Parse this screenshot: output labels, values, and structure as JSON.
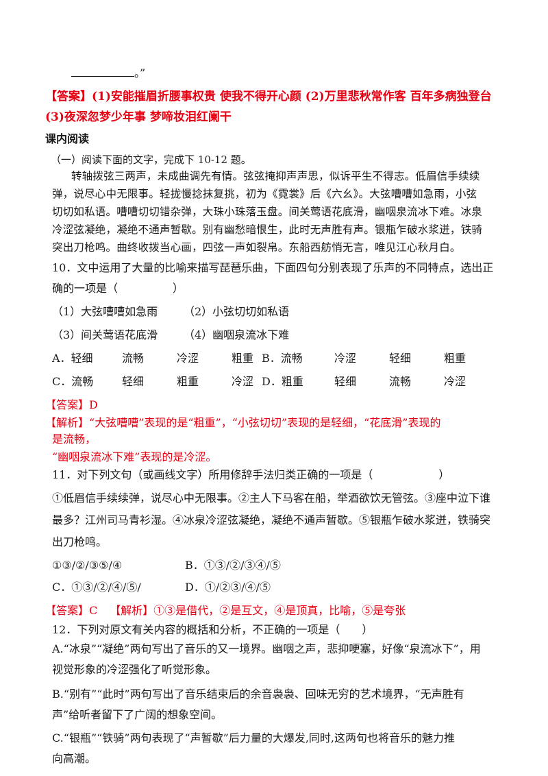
{
  "top_line_tail": "。”",
  "answer1": {
    "label": "【答案】",
    "l1": "(1)安能摧眉折腰事权贵 使我不得开心颜 (2)万里悲秋常作客 百年多病独登台",
    "l2": "(3)夜深忽梦少年事 梦啼妆泪红阑干"
  },
  "section_title": "课内阅读",
  "passage": {
    "intro": "（一）阅读下面的文字，完成下 10-12 题。",
    "lines": [
      "转轴拨弦三两声，未成曲调先有情。弦弦掩抑声声思，似诉平生不得志。低眉信手续续",
      "弹，说尽心中无限事。轻拢慢捻抹复挑，初为《霓裳》后《六幺》。大弦嘈嘈如急雨，小弦",
      "切切如私语。嘈嘈切切错杂弹，大珠小珠落玉盘。间关莺语花底滑，幽咽泉流冰下难。冰泉",
      "冷涩弦凝绝，凝绝不通声暂歇。别有幽愁暗恨生，此时无声胜有声。银瓶乍破水浆迸，铁骑",
      "突出刀枪鸣。曲终收拨当心画，四弦一声如裂帛。东船西舫悄无言，唯见江心秋月白。"
    ]
  },
  "q10": {
    "stem1": "10．文中运用了大量的比喻来描写琵琶乐曲，下面四句分别表现了乐声的不同特点，选出正",
    "stem2": "确的一项是（　　　　　）",
    "items": [
      "（1）大弦嘈嘈如急雨",
      "（2）小弦切切如私语",
      "（3）间关莺语花底滑",
      "（4）幽咽泉流冰下难"
    ],
    "optA": [
      "A．轻细",
      "流畅",
      "冷涩",
      "粗重"
    ],
    "optB": [
      "B．流畅",
      "冷涩",
      "轻细",
      "粗重"
    ],
    "optC": [
      "C．流畅",
      "轻细",
      "粗重",
      "冷涩"
    ],
    "optD": [
      "D．粗重",
      "轻细",
      "流畅",
      "冷涩"
    ],
    "answer_label": "【答案】",
    "answer": "D",
    "analysis_label": "【解析】",
    "analysis1": "“大弦嘈嘈”表现的是“粗重”，“小弦切切”表现的是轻细，“花底滑”表现的",
    "analysis2": "是流畅，",
    "analysis3": "“幽咽泉流冰下难”表现的是冷涩。"
  },
  "q11": {
    "stem": "11．对下列文句（或画线文字）所用修辞手法归类正确的一项是（　　　　　　）",
    "s1": "①低眉信手续续弹，说尽心中无限事。②主人下马客在船，举酒欲饮无管弦。③座中泣下谁",
    "s2": "最多？江州司马青衫湿。④冰泉冷涩弦凝绝，凝绝不通声暂歇。⑤银瓶乍破水浆迸，铁骑突",
    "s3": "出刀枪鸣。",
    "optA": "①③/②/③⑤/④",
    "optB": "B．①③/②/③④/⑤",
    "optC": "C．①③/②/④/⑤/",
    "optD": "D．①/②③/④/⑤",
    "answer_label": "【答案】",
    "answer": "C",
    "analysis_label": "【解析】",
    "analysis": "①③是借代，②是互文，④是顶真，比喻，⑤是夸张"
  },
  "q12": {
    "stem": "12．下列对原文有关内容的概括和分析，不正确的一项是（　　）",
    "a1": "A.“冰泉”“凝绝”两句写出了音乐的又一境界。幽咽之声，悲抑哽塞，好像“泉流冰下”，用",
    "a2": "视觉形象的冷涩强化了听觉形象。",
    "b1": "B.“别有”“此时”两句写出了音乐结束后的余音袅袅、回味无穷的艺术境界，“无声胜有",
    "b2": "声”给听者留下了广阔的想象空间。",
    "c1": "C.“银瓶”“铁骑”两句表现了“声暂歇”后力量的大爆发,同时,这两句也将音乐的魅力推",
    "c2": "向高潮。"
  }
}
